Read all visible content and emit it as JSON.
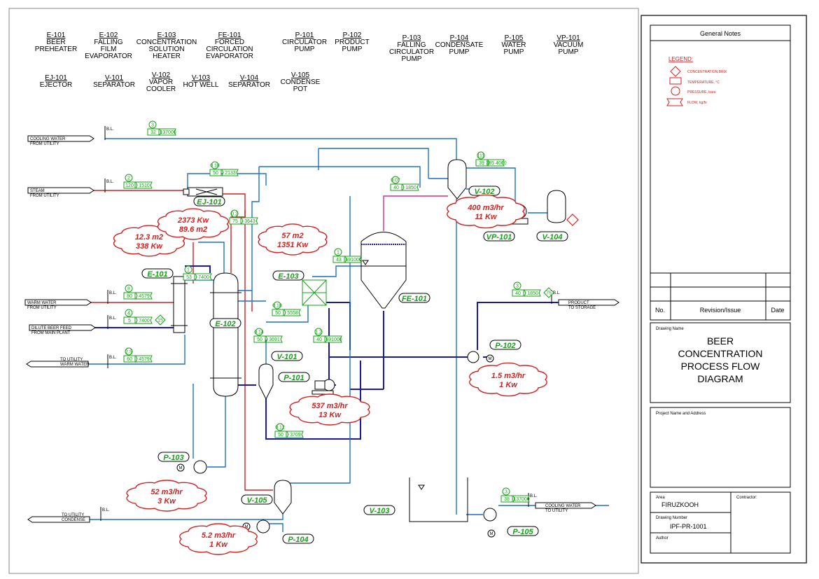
{
  "equipment_list": [
    {
      "tag": "E-101",
      "name": [
        "BEER",
        "PREHEATER"
      ]
    },
    {
      "tag": "E-102",
      "name": [
        "FALLING",
        "FILM",
        "EVAPORATOR"
      ]
    },
    {
      "tag": "E-103",
      "name": [
        "CONCENTRATION",
        "SOLUTION",
        "HEATER"
      ]
    },
    {
      "tag": "FE-101",
      "name": [
        "FORCED",
        "CIRCULATION",
        "EVAPORATOR"
      ]
    },
    {
      "tag": "P-101",
      "name": [
        "CIRCULATOR",
        "PUMP"
      ]
    },
    {
      "tag": "P-102",
      "name": [
        "PRODUCT",
        "PUMP"
      ]
    },
    {
      "tag": "P-103",
      "name": [
        "FALLING",
        "CIRCULATOR",
        "PUMP"
      ]
    },
    {
      "tag": "P-104",
      "name": [
        "CONDENSATE",
        "PUMP"
      ]
    },
    {
      "tag": "P-105",
      "name": [
        "WATER",
        "PUMP"
      ]
    },
    {
      "tag": "VP-101",
      "name": [
        "VACUUM",
        "PUMP"
      ]
    },
    {
      "tag": "EJ-101",
      "name": [
        "EJECTOR"
      ]
    },
    {
      "tag": "V-101",
      "name": [
        "SEPARATOR"
      ]
    },
    {
      "tag": "V-102",
      "name": [
        "VAPOR",
        "COOLER"
      ]
    },
    {
      "tag": "V-103",
      "name": [
        "HOT WELL"
      ]
    },
    {
      "tag": "V-104",
      "name": [
        "SEPARATOR"
      ]
    },
    {
      "tag": "V-105",
      "name": [
        "CONDENSE",
        "POT"
      ]
    }
  ],
  "streams_in": [
    {
      "label": [
        "COOLING WATER",
        "FROM UTILITY"
      ]
    },
    {
      "label": [
        "STEAM",
        "FROM UTILITY"
      ]
    },
    {
      "label": [
        "WARM WATER",
        "FROM UTILITY"
      ]
    },
    {
      "label": [
        "DILUTE BEER FEED",
        "FROM MAIN PLANT"
      ]
    }
  ],
  "streams_out": [
    {
      "label": [
        "TO UTILITY",
        "WARM WATER"
      ]
    },
    {
      "label": [
        "TO UTILITY",
        "CONDENSE"
      ]
    },
    {
      "label": [
        "PRODUCT",
        "TO STORAGE"
      ]
    },
    {
      "label": [
        "COOLING WATER",
        "TO UTILITY"
      ]
    }
  ],
  "bl_label": "B.L.",
  "stream_data": [
    {
      "circle": "3",
      "temp": "32",
      "flow": "137000"
    },
    {
      "circle": "2",
      "temp": "120",
      "flow": "1510"
    },
    {
      "circle": "0.18",
      "temp": "50",
      "flow": "2133"
    },
    {
      "circle": "8",
      "temp": "80",
      "flow": "4579"
    },
    {
      "circle": "4",
      "temp": "5",
      "flow": "7400",
      "conc": "15"
    },
    {
      "circle": "2.5",
      "temp": "60",
      "flow": "4579"
    },
    {
      "circle": "1",
      "temp": "53",
      "flow": "7400"
    },
    {
      "circle": "0.2",
      "temp": "75",
      "flow": "3643"
    },
    {
      "circle": "1",
      "temp": "43",
      "flow": "691000"
    },
    {
      "circle": "0.18",
      "temp": "50",
      "flow": "5558"
    },
    {
      "circle": "0.14",
      "temp": "50",
      "flow": "3691"
    },
    {
      "circle": "1.2",
      "temp": "40",
      "flow": "691000"
    },
    {
      "circle": "0.07",
      "temp": "40",
      "flow": "1850"
    },
    {
      "circle": "111",
      "temp": "39",
      "flow": "385 4000"
    },
    {
      "circle": "3",
      "temp": "40",
      "flow": "1850",
      "conc": "75"
    },
    {
      "circle": "0.12",
      "temp": "50",
      "flow": "3709"
    },
    {
      "circle": "3",
      "temp": "38",
      "flow": "137000"
    }
  ],
  "equipment_tags": [
    "E-101",
    "E-102",
    "EJ-101",
    "E-103",
    "FE-101",
    "V-101",
    "P-101",
    "V-102",
    "VP-101",
    "V-104",
    "P-102",
    "P-103",
    "V-105",
    "P-104",
    "V-103",
    "P-105"
  ],
  "clouds": [
    {
      "lines": [
        "12.3 m2",
        "338 Kw"
      ]
    },
    {
      "lines": [
        "2373 Kw",
        "89.6 m2"
      ]
    },
    {
      "lines": [
        "57 m2",
        "1351 Kw"
      ]
    },
    {
      "lines": [
        "400 m3/hr",
        "11 Kw"
      ]
    },
    {
      "lines": [
        "537 m3/hr",
        "13 Kw"
      ]
    },
    {
      "lines": [
        "1.5 m3/hr",
        "1 Kw"
      ]
    },
    {
      "lines": [
        "52 m3/hr",
        "3 Kw"
      ]
    },
    {
      "lines": [
        "5.2 m3/hr",
        "1 Kw"
      ]
    }
  ],
  "legend": {
    "title": "LEGEND:",
    "items": [
      "CONCENTRATION,BRIX",
      "TEMPERATURE, °C",
      "PRESSURE, bara",
      "FLOW, kg/hr"
    ]
  },
  "title_block": {
    "general_notes": "General Notes",
    "rev_no": "No.",
    "rev_issue": "Revision/Issue",
    "rev_date": "Date",
    "drawing_name_label": "Drawing Name",
    "drawing_name": [
      "BEER",
      "CONCENTRATION",
      "PROCESS FLOW",
      "DIAGRAM"
    ],
    "project_label": "Project Name and Address",
    "area_label": "Area",
    "area": "FIRUZKOOH",
    "contractor_label": "Contractor:",
    "drawing_number_label": "Drawing Number",
    "drawing_number": "IPF-PR-1001",
    "author_label": "Author"
  },
  "colors": {
    "water": "#1f6fd0",
    "process": "#1a1aa8",
    "steam": "#d42020",
    "vapor": "#d12b9b",
    "instrument": "#16a016"
  }
}
